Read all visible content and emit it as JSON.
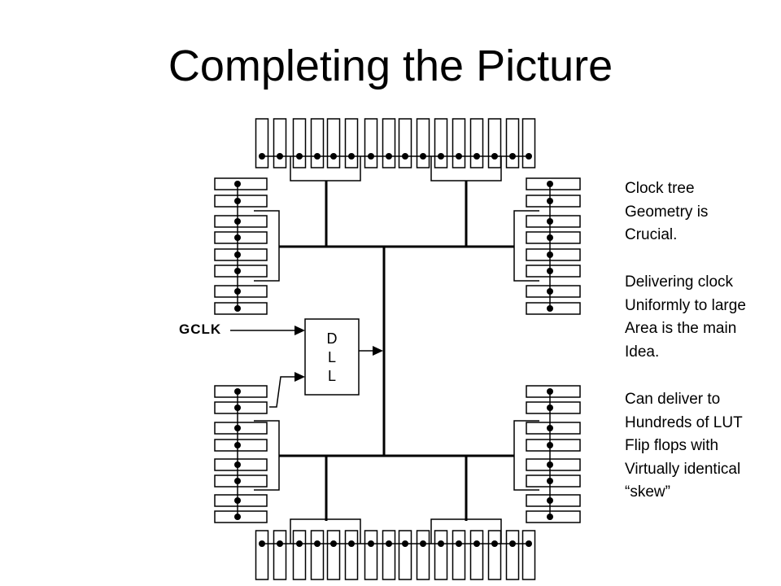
{
  "title": "Completing the Picture",
  "diagram": {
    "gclk_label": "GCLK",
    "dll_letters": [
      "D",
      "L",
      "L"
    ]
  },
  "notes": [
    {
      "lines": [
        "Clock tree",
        "Geometry is",
        "Crucial."
      ]
    },
    {
      "lines": [
        "Delivering clock",
        "Uniformly to large",
        "Area is the main",
        "Idea."
      ]
    },
    {
      "lines": [
        "Can deliver to",
        "Hundreds of LUT",
        "Flip flops with",
        "Virtually identical",
        "“skew”"
      ]
    }
  ]
}
